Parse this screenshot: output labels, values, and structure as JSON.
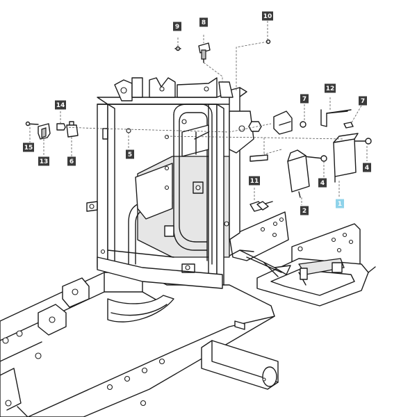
{
  "callouts": [
    {
      "label": "1",
      "highlight": true
    },
    {
      "label": "2"
    },
    {
      "label": "4"
    },
    {
      "label": "4"
    },
    {
      "label": "5"
    },
    {
      "label": "6"
    },
    {
      "label": "7"
    },
    {
      "label": "7"
    },
    {
      "label": "8"
    },
    {
      "label": "9"
    },
    {
      "label": "10"
    },
    {
      "label": "11"
    },
    {
      "label": "12"
    },
    {
      "label": "13"
    },
    {
      "label": "14"
    },
    {
      "label": "15"
    }
  ],
  "colors": {
    "callout_default": "#3a3a3a",
    "callout_highlight": "#8fd3ea",
    "line": "#1a1a1a",
    "background": "#ffffff"
  }
}
